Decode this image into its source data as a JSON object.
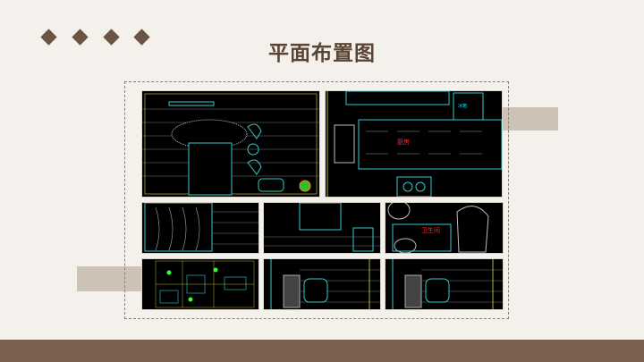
{
  "slide": {
    "title": "平面布置图",
    "colors": {
      "background": "#f4f0eb",
      "accent": "#6b5443",
      "bottom_bar": "#7a6150",
      "deco": "#cdc2b6"
    },
    "plans": [
      {
        "id": "bedroom-plan",
        "label": ""
      },
      {
        "id": "kitchen-plan",
        "label": "厨房",
        "sub_label": "冰箱"
      },
      {
        "id": "bedroom-2-plan",
        "label": ""
      },
      {
        "id": "study-plan",
        "label": ""
      },
      {
        "id": "bathroom-plan",
        "label": "卫生间"
      },
      {
        "id": "overall-plan",
        "label": ""
      },
      {
        "id": "room-plan-a",
        "label": ""
      },
      {
        "id": "room-plan-b",
        "label": ""
      }
    ]
  }
}
